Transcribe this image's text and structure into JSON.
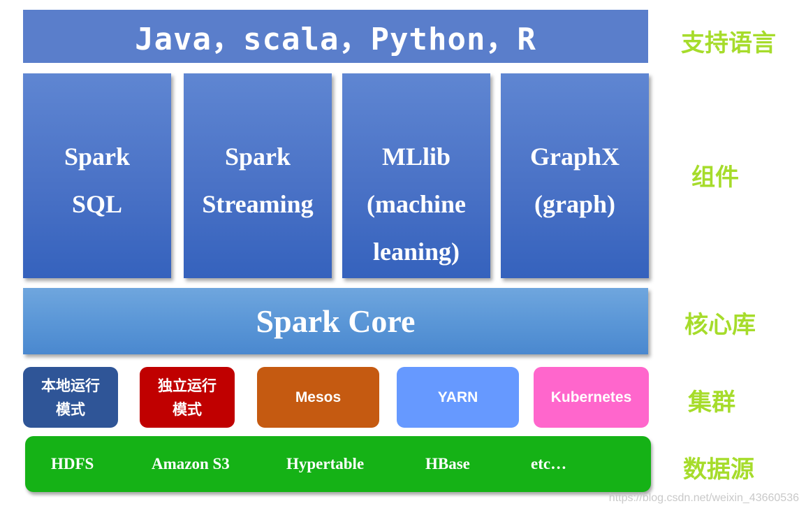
{
  "languages": {
    "label": "Java，scala，Python，R"
  },
  "components": [
    {
      "lines": [
        "Spark",
        "SQL"
      ]
    },
    {
      "lines": [
        "Spark",
        "Streaming"
      ]
    },
    {
      "lines": [
        "MLlib",
        "(machine",
        "leaning)"
      ]
    },
    {
      "lines": [
        "GraphX",
        "(graph)"
      ]
    }
  ],
  "core": {
    "label": "Spark Core"
  },
  "clusters": [
    {
      "lines": [
        "本地运行",
        "模式"
      ],
      "color": "#2f5597"
    },
    {
      "lines": [
        "独立运行",
        "模式"
      ],
      "color": "#c00000"
    },
    {
      "lines": [
        "Mesos"
      ],
      "color": "#c55a11"
    },
    {
      "lines": [
        "YARN"
      ],
      "color": "#6699ff"
    },
    {
      "lines": [
        "Kubernetes"
      ],
      "color": "#ff66cc"
    }
  ],
  "data_sources": [
    "HDFS",
    "Amazon S3",
    "Hypertable",
    "HBase",
    "etc…"
  ],
  "side_labels": {
    "languages": "支持语言",
    "components": "组件",
    "core": "核心库",
    "cluster": "集群",
    "data_sources": "数据源"
  },
  "watermark": "https://blog.csdn.net/weixin_43660536",
  "colors": {
    "languages_bar": "#5a7ecb",
    "component_block": "#4a72c6",
    "core_bar": "#5b97d7",
    "data_source_bar": "#15b216",
    "side_label": "#a6dc2b"
  }
}
